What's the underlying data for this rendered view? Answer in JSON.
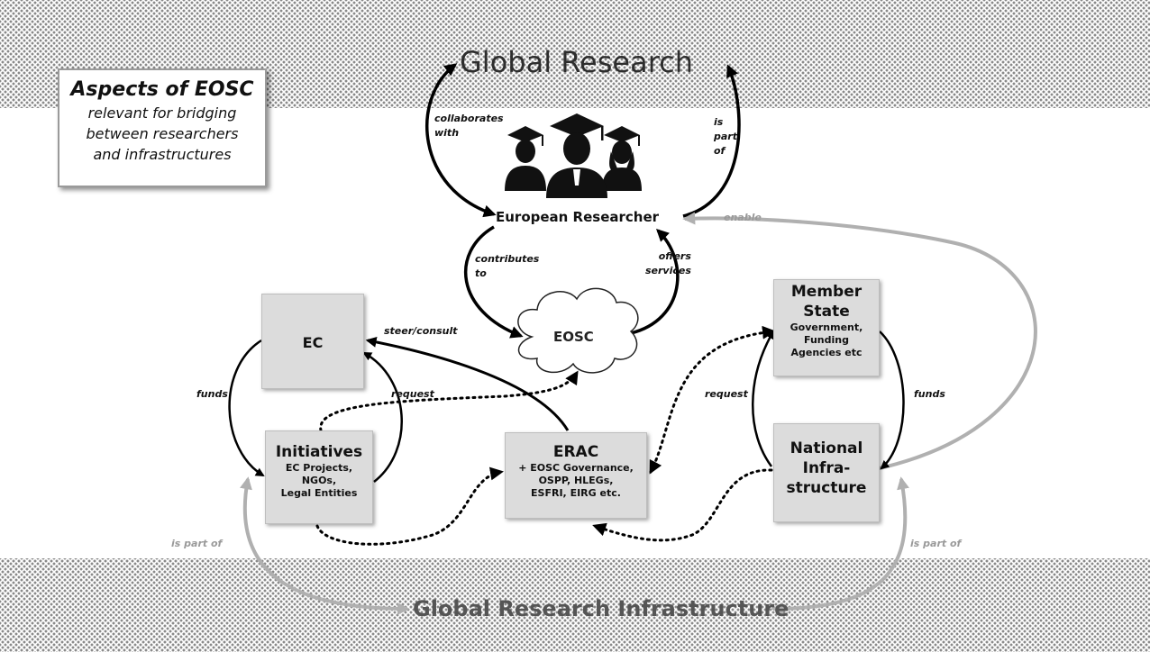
{
  "legend": {
    "title": "Aspects of EOSC",
    "lines": [
      "relevant for bridging",
      "between researchers",
      "and infrastructures"
    ]
  },
  "titles": {
    "global_research": "Global Research",
    "global_infrastructure": "Global Research Infrastructure"
  },
  "nodes": {
    "european_researcher": "European Researcher",
    "eosc": "EOSC",
    "ec": "EC",
    "initiatives": {
      "title": "Initiatives",
      "lines": [
        "EC Projects,",
        "NGOs,",
        "Legal Entities"
      ]
    },
    "erac": {
      "title": "ERAC",
      "lines": [
        "+ EOSC Governance,",
        "OSPP, HLEGs,",
        "ESFRI, EIRG etc."
      ]
    },
    "member_state": {
      "title_lines": [
        "Member",
        "State"
      ],
      "lines": [
        "Government,",
        "Funding",
        "Agencies etc"
      ]
    },
    "national_infra": {
      "title_lines": [
        "National",
        "Infra-",
        "structure"
      ]
    }
  },
  "edge_labels": {
    "collaborates_with": [
      "collaborates",
      "with"
    ],
    "is_part_of_top": [
      "is",
      "part",
      "of"
    ],
    "enable": "enable",
    "contributes_to": [
      "contributes",
      "to"
    ],
    "offers_services": [
      "offers",
      "services"
    ],
    "steer_consult": "steer/consult",
    "funds_left": "funds",
    "request_left": "request",
    "request_right": "request",
    "funds_right": "funds",
    "is_part_of_left": "is part of",
    "is_part_of_right": "is part of"
  },
  "icons": [
    "researchers-graduates-icon"
  ]
}
